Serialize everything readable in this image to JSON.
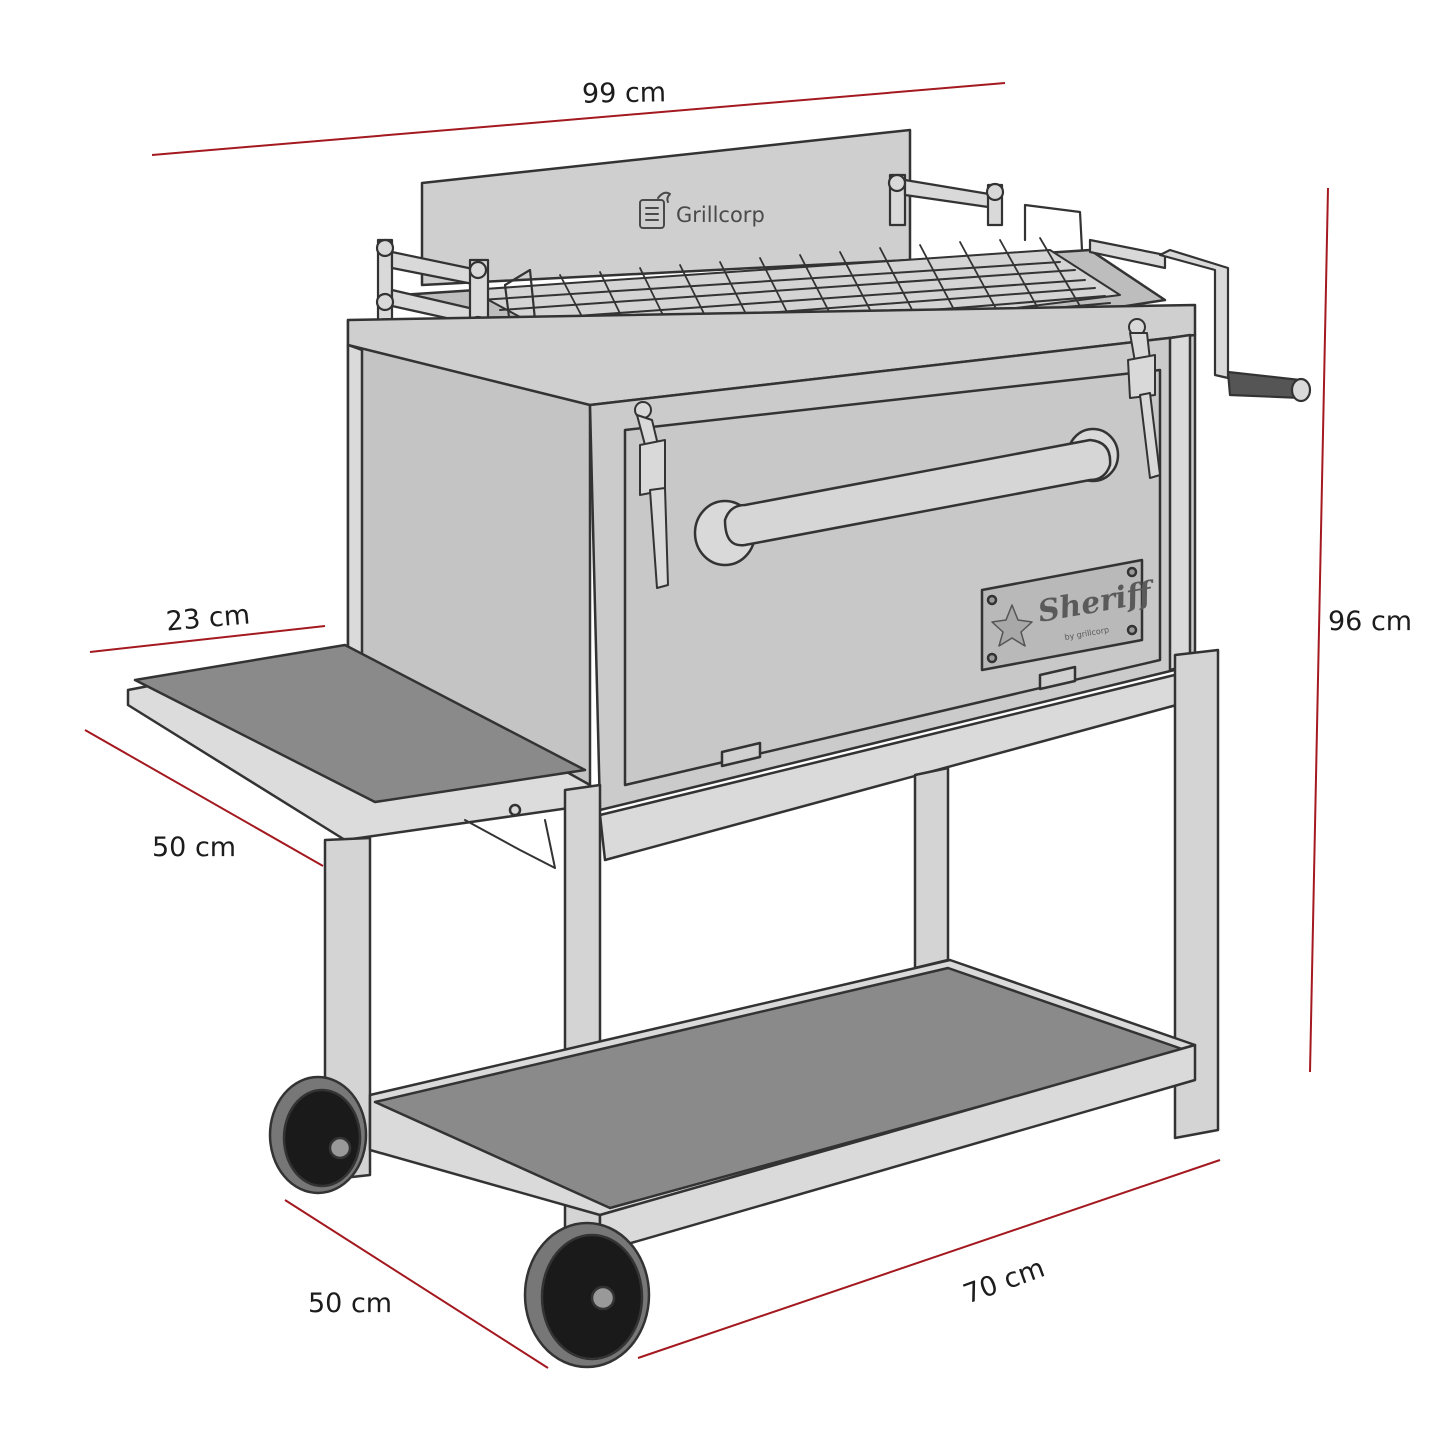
{
  "brand": {
    "name": "Grillcorp"
  },
  "plate": {
    "name": "Sheriff",
    "subtitle": "by grillcorp"
  },
  "dimensions": {
    "width_top": "99 cm",
    "height": "96 cm",
    "shelf_width": "23 cm",
    "shelf_depth": "50 cm",
    "base_depth": "50 cm",
    "base_length": "70 cm"
  },
  "colors": {
    "dimension_line": "#a3191f",
    "body": "#c8c8c8",
    "body_dark": "#b5b5b5",
    "shelf": "#8a8a8a",
    "outline": "#333333"
  }
}
